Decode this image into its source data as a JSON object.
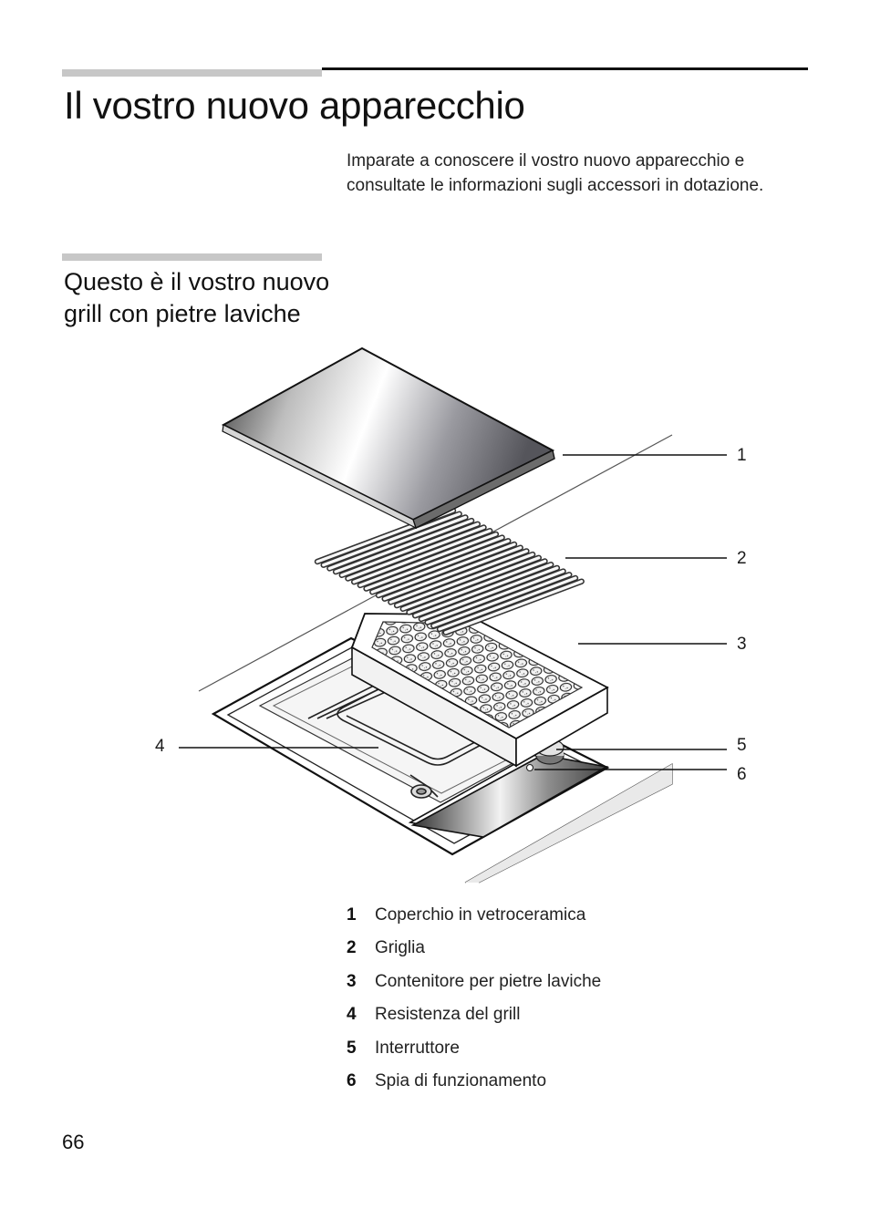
{
  "page": {
    "title": "Il vostro nuovo apparecchio",
    "intro": "Imparate a conoscere il vostro nuovo apparecchio e consultate le informazioni sugli accessori in dotazione.",
    "section_heading_line1": "Questo è il vostro nuovo",
    "section_heading_line2": "grill con pietre laviche",
    "page_number": "66"
  },
  "figure": {
    "callouts": [
      "1",
      "2",
      "3",
      "4",
      "5",
      "6"
    ]
  },
  "legend": [
    {
      "num": "1",
      "text": "Coperchio in vetroceramica"
    },
    {
      "num": "2",
      "text": "Griglia"
    },
    {
      "num": "3",
      "text": "Contenitore per pietre laviche"
    },
    {
      "num": "4",
      "text": "Resistenza del grill"
    },
    {
      "num": "5",
      "text": "Interruttore"
    },
    {
      "num": "6",
      "text": "Spia di funzionamento"
    }
  ]
}
